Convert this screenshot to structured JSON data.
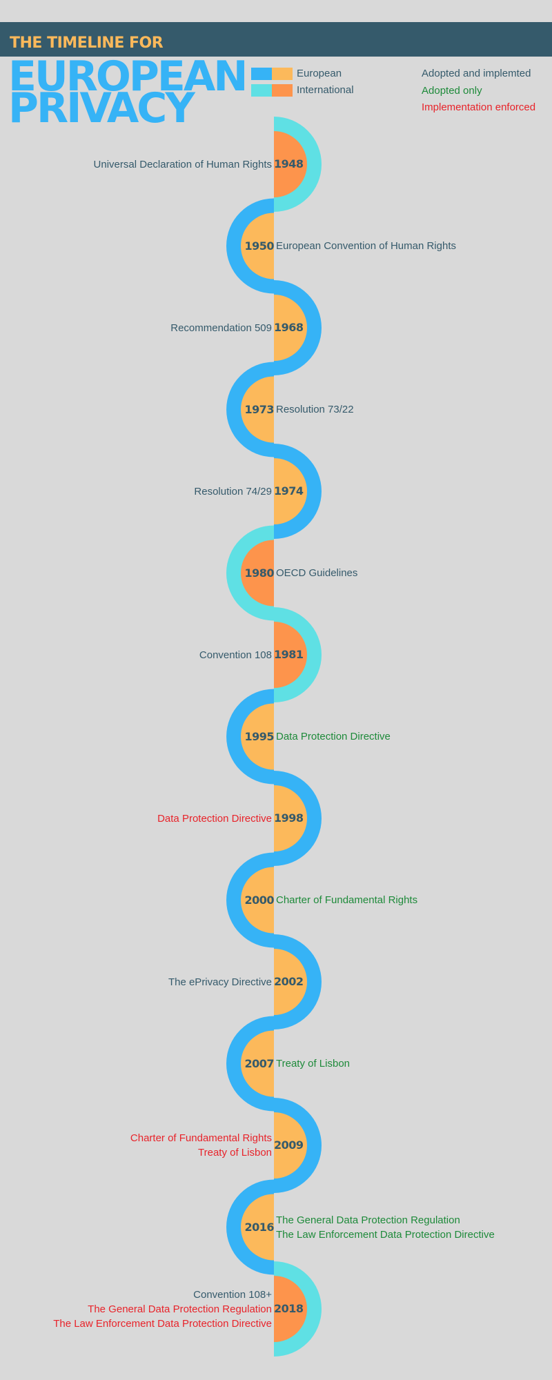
{
  "header": {
    "kicker": "THE TIMELINE FOR",
    "title_line1": "EUROPEAN",
    "title_line2": "PRIVACY"
  },
  "legend": {
    "european": "European",
    "international": "International",
    "adopted_implemented": "Adopted and implemted",
    "adopted_only": "Adopted only",
    "implementation_enforced": "Implementation enforced"
  },
  "colors": {
    "background": "#d9d9d9",
    "header_band": "#355a6b",
    "kicker": "#fcb95b",
    "title": "#36b3f6",
    "european_outer": "#36b3f6",
    "european_inner": "#fcb95b",
    "international_outer": "#5fe0e4",
    "international_inner": "#fd944c",
    "text_default": "#355a6b",
    "text_adopted": "#1e8a3a",
    "text_enforced": "#e8232a"
  },
  "timeline": [
    {
      "year": "1948",
      "type": "international",
      "label_side": "left",
      "events": [
        {
          "text": "Universal Declaration of Human Rights",
          "status": "default"
        }
      ]
    },
    {
      "year": "1950",
      "type": "european",
      "label_side": "right",
      "events": [
        {
          "text": "European Convention of Human Rights",
          "status": "default"
        }
      ]
    },
    {
      "year": "1968",
      "type": "european",
      "label_side": "left",
      "events": [
        {
          "text": "Recommendation 509",
          "status": "default"
        }
      ]
    },
    {
      "year": "1973",
      "type": "european",
      "label_side": "right",
      "events": [
        {
          "text": "Resolution 73/22",
          "status": "default"
        }
      ]
    },
    {
      "year": "1974",
      "type": "european",
      "label_side": "left",
      "events": [
        {
          "text": "Resolution 74/29",
          "status": "default"
        }
      ]
    },
    {
      "year": "1980",
      "type": "international",
      "label_side": "right",
      "events": [
        {
          "text": "OECD Guidelines",
          "status": "default"
        }
      ]
    },
    {
      "year": "1981",
      "type": "international",
      "label_side": "left",
      "events": [
        {
          "text": "Convention 108",
          "status": "default"
        }
      ]
    },
    {
      "year": "1995",
      "type": "european",
      "label_side": "right",
      "events": [
        {
          "text": "Data Protection Directive",
          "status": "adopted"
        }
      ]
    },
    {
      "year": "1998",
      "type": "european",
      "label_side": "left",
      "events": [
        {
          "text": "Data Protection Directive",
          "status": "enforced"
        }
      ]
    },
    {
      "year": "2000",
      "type": "european",
      "label_side": "right",
      "events": [
        {
          "text": "Charter of Fundamental Rights",
          "status": "adopted"
        }
      ]
    },
    {
      "year": "2002",
      "type": "european",
      "label_side": "left",
      "events": [
        {
          "text": "The ePrivacy Directive",
          "status": "default"
        }
      ]
    },
    {
      "year": "2007",
      "type": "european",
      "label_side": "right",
      "events": [
        {
          "text": "Treaty of Lisbon",
          "status": "adopted"
        }
      ]
    },
    {
      "year": "2009",
      "type": "european",
      "label_side": "left",
      "events": [
        {
          "text": "Charter of Fundamental Rights",
          "status": "enforced"
        },
        {
          "text": "Treaty of Lisbon",
          "status": "enforced"
        }
      ]
    },
    {
      "year": "2016",
      "type": "european",
      "label_side": "right",
      "events": [
        {
          "text": "The General Data Protection Regulation",
          "status": "adopted"
        },
        {
          "text": "The Law Enforcement Data Protection Directive",
          "status": "adopted"
        }
      ]
    },
    {
      "year": "2018",
      "type": "international",
      "label_side": "left",
      "events": [
        {
          "text": "Convention 108+",
          "status": "default"
        },
        {
          "text": "The General Data Protection Regulation",
          "status": "enforced"
        },
        {
          "text": "The Law Enforcement Data Protection Directive",
          "status": "enforced"
        }
      ]
    }
  ]
}
